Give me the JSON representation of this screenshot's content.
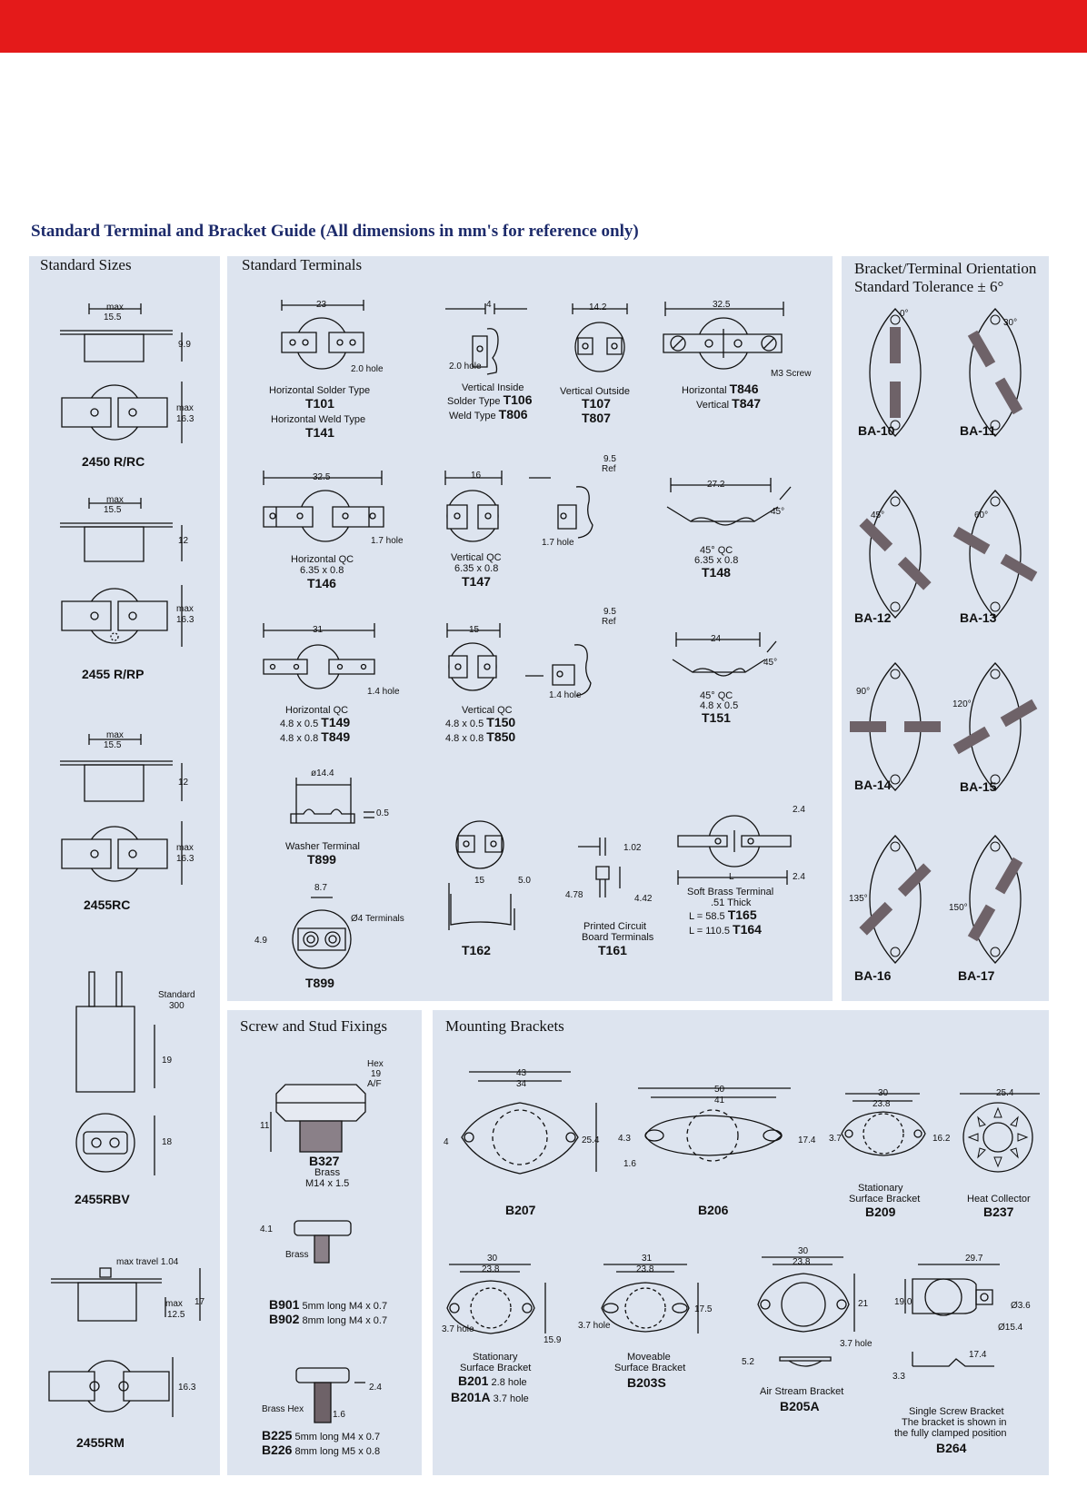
{
  "page_title": "Standard Terminal and Bracket Guide (All dimensions in mm's for reference only)",
  "sections": {
    "sizes": "Standard Sizes",
    "terminals": "Standard Terminals",
    "orientation_1": "Bracket/Terminal Orientation",
    "orientation_2": "Standard Tolerance ± 6°",
    "screw": "Screw and Stud Fixings",
    "brackets": "Mounting Brackets"
  },
  "sizes": {
    "s1": {
      "code": "2450 R/RC",
      "max_a": "max",
      "w": "15.5",
      "h": "9.9",
      "max_b": "max",
      "d": "16.3"
    },
    "s2": {
      "code": "2455 R/RP",
      "max_a": "max",
      "w": "15.5",
      "h": "12",
      "max_b": "max",
      "d": "16.3"
    },
    "s3": {
      "code": "2455RC",
      "max_a": "max",
      "w": "15.5",
      "h": "12",
      "max_b": "max",
      "d": "16.3"
    },
    "s4": {
      "code": "2455RBV",
      "std": "Standard",
      "std_v": "300",
      "h1": "19",
      "h2": "18"
    },
    "s5": {
      "code": "2455RM",
      "travel": "max travel 1.04",
      "max": "max",
      "h": "12.5",
      "h2": "17",
      "d": "16.3"
    }
  },
  "terminals": {
    "t101": {
      "dim": "23",
      "hole": "2.0 hole",
      "line1": "Horizontal Solder Type",
      "code1": "T101",
      "line2": "Horizontal Weld Type",
      "code2": "T141"
    },
    "t106": {
      "dim": "4",
      "hole": "2.0 hole",
      "line1": "Vertical Inside",
      "line2a": "Solder Type",
      "code2": "T106",
      "line3a": "Weld Type",
      "code3": "T806"
    },
    "t107": {
      "dim": "14.2",
      "line1": "Vertical Outside",
      "code1": "T107",
      "code2": "T807"
    },
    "t846": {
      "dim": "32.5",
      "screw": "M3 Screw",
      "line1": "Horizontal",
      "code1": "T846",
      "line2": "Vertical",
      "code2": "T847"
    },
    "t146": {
      "dim": "32.5",
      "hole": "1.7 hole",
      "line1": "Horizontal QC",
      "line2": "6.35 x 0.8",
      "code": "T146"
    },
    "t147": {
      "dim": "16",
      "ref": "9.5",
      "ref_l": "Ref",
      "hole": "1.7 hole",
      "line1": "Vertical QC",
      "line2": "6.35 x 0.8",
      "code": "T147"
    },
    "t148": {
      "dim": "27.2",
      "angle": "45°",
      "line1": "45° QC",
      "line2": "6.35 x 0.8",
      "code": "T148"
    },
    "t149": {
      "dim": "31",
      "hole": "1.4 hole",
      "line1": "Horizontal QC",
      "line2": "4.8 x 0.5",
      "code1": "T149",
      "line3": "4.8 x 0.8",
      "code2": "T849"
    },
    "t150": {
      "dim": "15",
      "ref": "9.5",
      "ref_l": "Ref",
      "hole": "1.4 hole",
      "line1": "Vertical QC",
      "line2": "4.8 x 0.5",
      "code1": "T150",
      "line3": "4.8 x 0.8",
      "code2": "T850"
    },
    "t151": {
      "dim": "24",
      "angle": "45°",
      "line1": "45° QC",
      "line2": "4.8 x 0.5",
      "code": "T151"
    },
    "t899a": {
      "dia": "ø14.4",
      "t": "0.5",
      "line1": "Washer Terminal",
      "code": "T899"
    },
    "t899b": {
      "dim": "8.7",
      "h": "4.9",
      "term": "Ø4 Terminals",
      "code": "T899"
    },
    "t162": {
      "w": "15",
      "h": "5.0",
      "code": "T162"
    },
    "t161": {
      "a": "1.02",
      "b": "4.78",
      "c": "4.42",
      "line1": "Printed Circuit",
      "line2": "Board Terminals",
      "code": "T161"
    },
    "t165": {
      "a": "2.4",
      "b": "2.4",
      "l": "L",
      "line1": "Soft Brass Terminal",
      "line2": ".51 Thick",
      "l1": "L = 58.5",
      "code1": "T165",
      "l2": "L = 110.5",
      "code2": "T164"
    }
  },
  "orientation": [
    {
      "code": "BA-10",
      "angle": "0°"
    },
    {
      "code": "BA-11",
      "angle": "30°"
    },
    {
      "code": "BA-12",
      "angle": "45°"
    },
    {
      "code": "BA-13",
      "angle": "60°"
    },
    {
      "code": "BA-14",
      "angle": "90°"
    },
    {
      "code": "BA-15",
      "angle": "120°"
    },
    {
      "code": "BA-16",
      "angle": "135°"
    },
    {
      "code": "BA-17",
      "angle": "150°"
    }
  ],
  "screw": {
    "b327": {
      "hex": "Hex",
      "hex_v": "19",
      "hex_af": "A/F",
      "h": "11",
      "code": "B327",
      "line1": "Brass",
      "line2": "M14 x 1.5"
    },
    "b901": {
      "h": "4.1",
      "mat": "Brass",
      "code1": "B901",
      "text1": "5mm long M4 x 0.7",
      "code2": "B902",
      "text2": "8mm long M4 x 0.7"
    },
    "b225": {
      "a": "2.4",
      "b": "1.6",
      "mat": "Brass Hex",
      "code1": "B225",
      "text1": "5mm long M4 x 0.7",
      "code2": "B226",
      "text2": "8mm long M5 x 0.8"
    }
  },
  "brackets": {
    "b207": {
      "w1": "43",
      "w2": "34",
      "h": "25.4",
      "t": "4",
      "code": "B207"
    },
    "b206": {
      "w1": "50",
      "w2": "41",
      "h1": "4.3",
      "h2": "17.4",
      "t": "1.6",
      "code": "B206"
    },
    "b209": {
      "w1": "30",
      "w2": "23.8",
      "a": "3.7",
      "h": "16.2",
      "line1": "Stationary",
      "line2": "Surface Bracket",
      "code": "B209"
    },
    "b237": {
      "w": "25.4",
      "line1": "Heat Collector",
      "code": "B237"
    },
    "b201": {
      "w1": "30",
      "w2": "23.8",
      "hole": "3.7 hole",
      "h": "15.9",
      "line1": "Stationary",
      "line2": "Surface Bracket",
      "code1": "B201",
      "text1": "2.8 hole",
      "code2": "B201A",
      "text2": "3.7 hole"
    },
    "b203": {
      "w1": "31",
      "w2": "23.8",
      "hole": "3.7 hole",
      "h": "17.5",
      "line1": "Moveable",
      "line2": "Surface Bracket",
      "code": "B203S"
    },
    "b205": {
      "w1": "30",
      "w2": "23.8",
      "hole": "3.7 hole",
      "h": "21",
      "t": "5.2",
      "line1": "Air Stream Bracket",
      "code": "B205A"
    },
    "b264": {
      "w": "29.7",
      "h": "19.0",
      "d1": "Ø3.6",
      "d2": "Ø15.4",
      "t": "17.4",
      "h2": "3.3",
      "line1": "Single Screw Bracket",
      "line2": "The bracket is shown in",
      "line3": "the fully clamped position",
      "code": "B264"
    }
  }
}
